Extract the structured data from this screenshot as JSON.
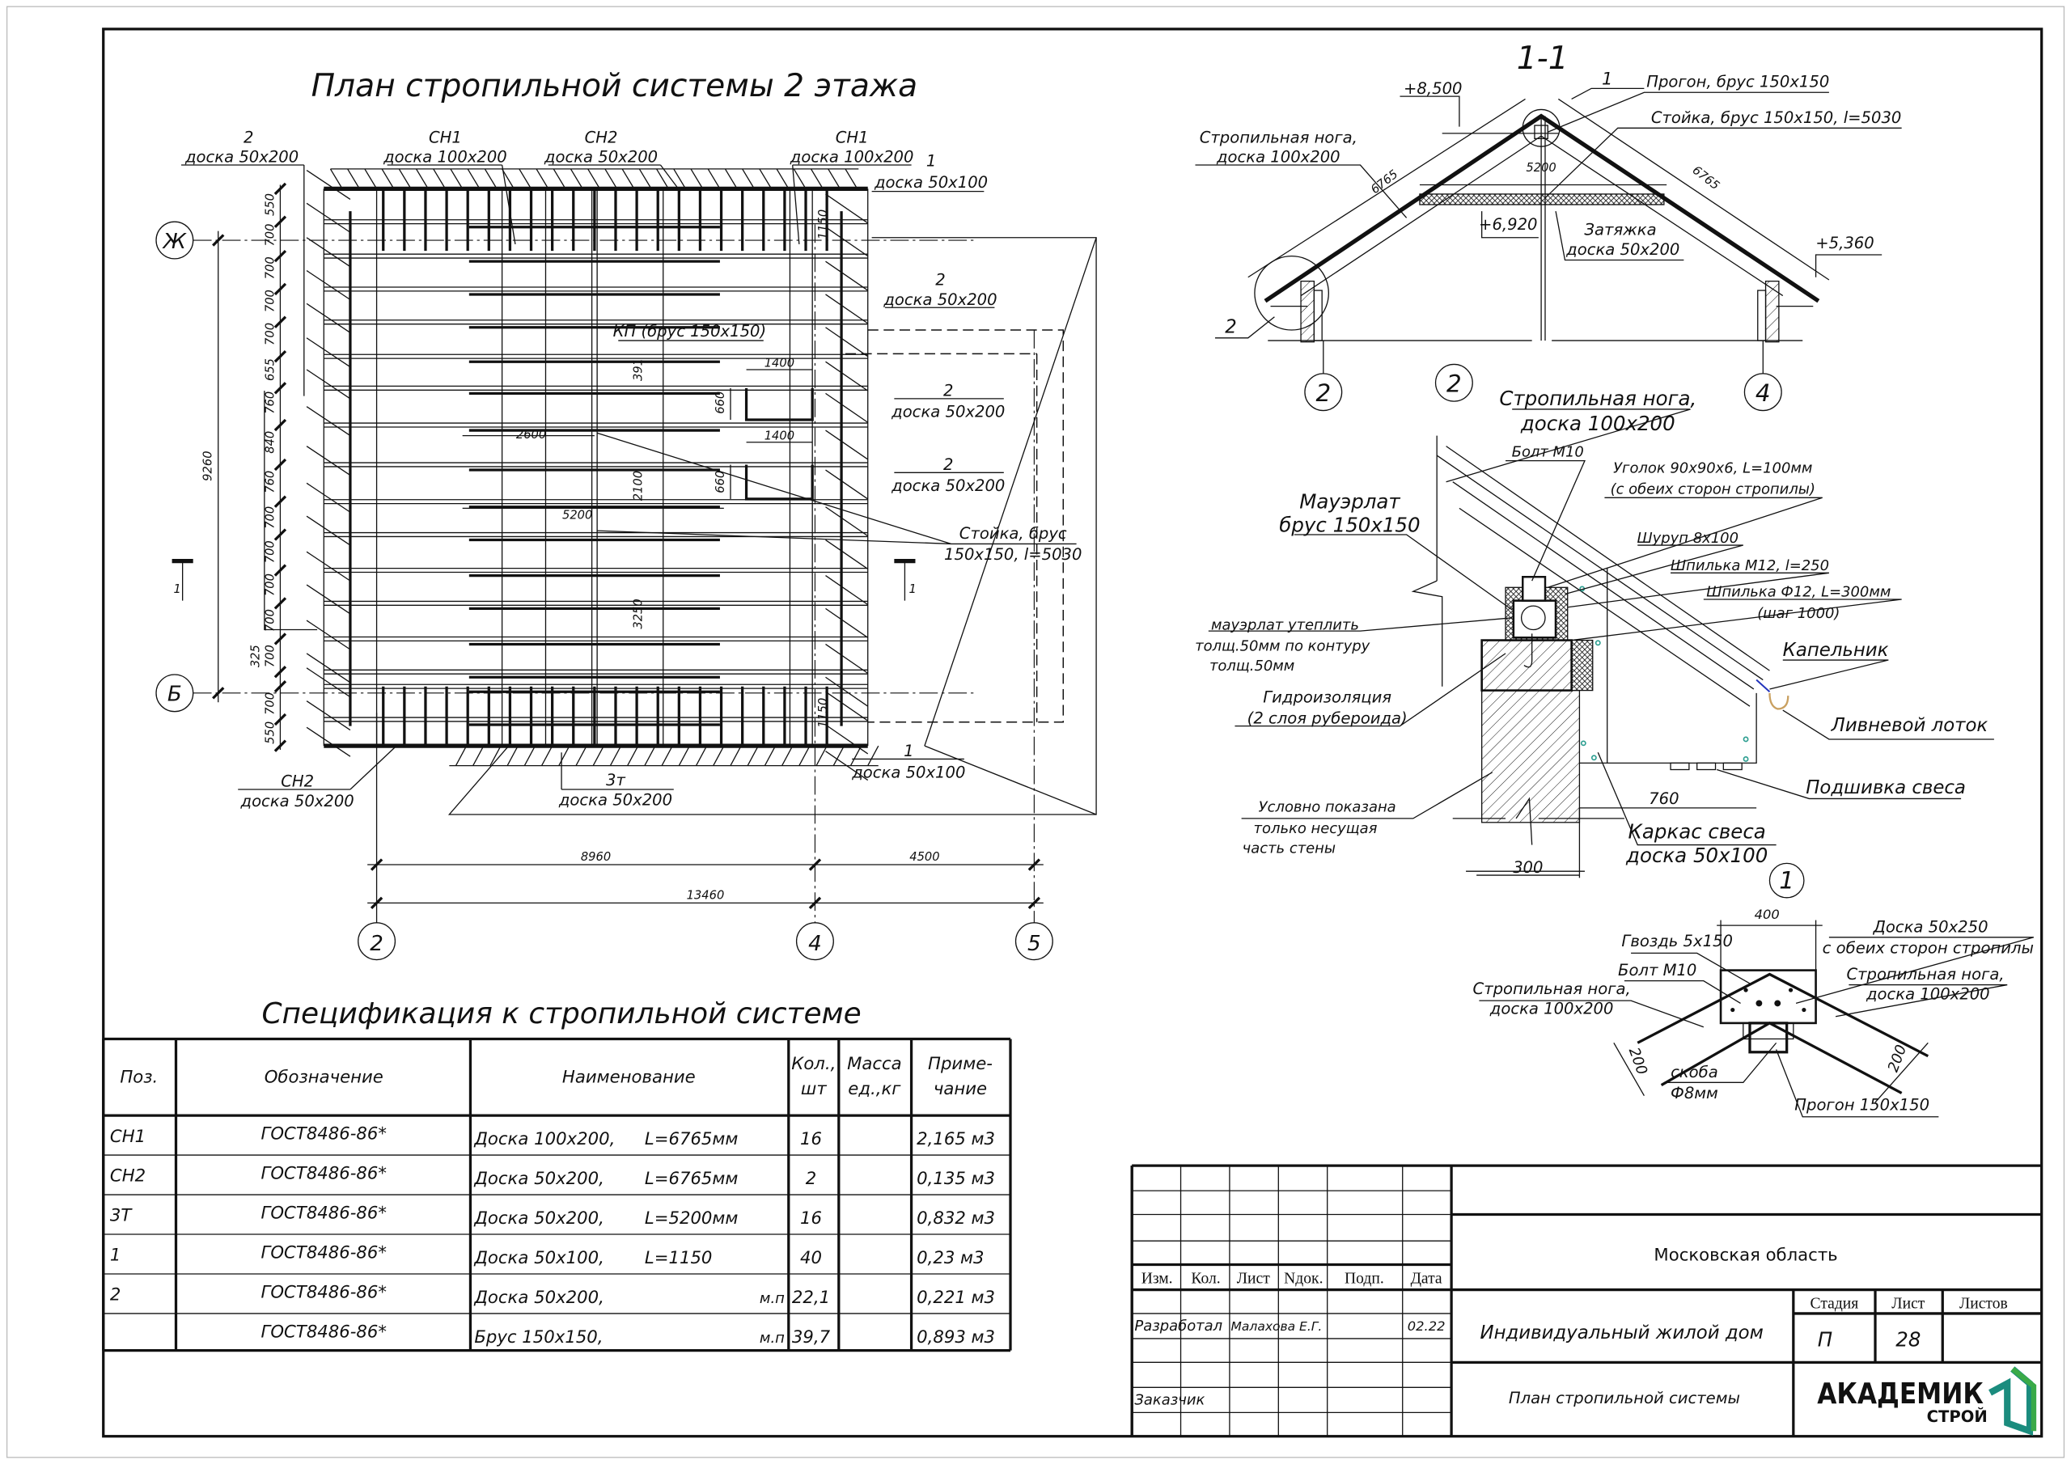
{
  "plan": {
    "title": "План стропильной системы 2 этажа",
    "labels": [
      "2",
      "доска 50x200",
      "СН1",
      "доска 100x200",
      "СН2",
      "доска 50x200",
      "СН1",
      "доска 100x200",
      "1",
      "доска 50x100",
      "2",
      "доска 50x200",
      "КП (брус 150x150)",
      "2",
      "доска 50x200",
      "2",
      "доска 50x200",
      "Стойка, брус",
      "150x150, l=5030",
      "СН2",
      "доска 50x200",
      "3т",
      "доска 50x200",
      "1",
      "доска 50x100",
      "8960",
      "4500",
      "13460",
      "9260",
      "1400",
      "660",
      "2600",
      "1400",
      "660",
      "5200",
      "391",
      "2100",
      "3250",
      "1150",
      "1150"
    ],
    "left_dims": [
      "550",
      "700",
      "700",
      "700",
      "700",
      "655",
      "760",
      "840",
      "760",
      "700",
      "700",
      "700",
      "700",
      "700",
      "325",
      "700",
      "550"
    ],
    "axes": [
      "Ж",
      "Б",
      "2",
      "4",
      "5"
    ],
    "section_marks": [
      "1",
      "1"
    ]
  },
  "section": {
    "labels": [
      "1-1",
      "+8,500",
      "1",
      "Прогон, брус 150x150",
      "Стойка, брус 150x150, l=5030",
      "Стропильная нога,",
      "доска 100x200",
      "6765",
      "5200",
      "6765",
      "+6,920",
      "Затяжка",
      "доска 50x200",
      "+5,360",
      "2",
      "2",
      "2",
      "4"
    ]
  },
  "node": {
    "labels": [
      "Стропильная нога,",
      "доска 100x200",
      "Болт М10",
      "Уголок 90x90x6, L=100мм",
      "(с обеих сторон стропилы)",
      "Мауэрлат",
      "брус 150x150",
      "Шуруп 8x100",
      "Шпилька М12, l=250",
      "Шпилька Ф12, L=300мм",
      "(шаг 1000)",
      "мауэрлат утеплить",
      "толщ.50мм по контуру",
      "толщ.50мм",
      "Капельник",
      "Гидроизоляция",
      "(2 слоя рубероида)",
      "Ливневой лоток",
      "Подшивка свеса",
      "Условно показана",
      "только несущая",
      "часть стены",
      "760",
      "Каркас свеса",
      "доска 50x100",
      "300",
      "1"
    ]
  },
  "ridge": {
    "labels": [
      "400",
      "Гвоздь 5x150",
      "Доска 50x250",
      "с обеих сторон стропилы",
      "Болт М10",
      "Стропильная нога,",
      "доска 100x200",
      "Стропильная нога,",
      "доска 100x200",
      "200",
      "200",
      "скоба",
      "Ф8мм",
      "Прогон 150x150"
    ]
  },
  "spec": {
    "title": "Спецификация к стропильной системе",
    "headers": [
      "Поз.",
      "Обозначение",
      "Наименование",
      "Кол.,",
      "шт",
      "Масса",
      "ед.,кг",
      "Приме-",
      "чание"
    ],
    "rows": [
      {
        "pos": "СН1",
        "code": "ГОСТ8486-86*",
        "name": "Доска 100x200,",
        "len": "L=6765мм",
        "unit": "",
        "qty": "16",
        "mass": "",
        "note": "2,165 м3"
      },
      {
        "pos": "СН2",
        "code": "ГОСТ8486-86*",
        "name": "Доска 50x200,",
        "len": "L=6765мм",
        "unit": "",
        "qty": "2",
        "mass": "",
        "note": "0,135 м3"
      },
      {
        "pos": "3Т",
        "code": "ГОСТ8486-86*",
        "name": "Доска 50x200,",
        "len": "L=5200мм",
        "unit": "",
        "qty": "16",
        "mass": "",
        "note": "0,832 м3"
      },
      {
        "pos": "1",
        "code": "ГОСТ8486-86*",
        "name": "Доска 50x100,",
        "len": "L=1150",
        "unit": "",
        "qty": "40",
        "mass": "",
        "note": "0,23 м3"
      },
      {
        "pos": "2",
        "code": "ГОСТ8486-86*",
        "name": "Доска 50x200,",
        "len": "",
        "unit": "м.п",
        "qty": "22,1",
        "mass": "",
        "note": "0,221 м3"
      },
      {
        "pos": "",
        "code": "ГОСТ8486-86*",
        "name": "Брус 150x150,",
        "len": "",
        "unit": "м.п",
        "qty": "39,7",
        "mass": "",
        "note": "0,893 м3"
      }
    ]
  },
  "title_block": {
    "rev_headers": [
      "Изм.",
      "Кол.",
      "Лист",
      "Nдок.",
      "Подп.",
      "Дата"
    ],
    "developed_label": "Разработал",
    "developer": "Малахова Е.Г.",
    "date": "02.22",
    "customer_label": "Заказчик",
    "region": "Московская область",
    "project": "Индивидуальный жилой дом",
    "sheet_title": "План стропильной системы",
    "stage_header": "Стадия",
    "sheet_header": "Лист",
    "sheets_header": "Листов",
    "stage": "П",
    "sheet": "28"
  },
  "logo": {
    "text_main": "АКАДЕМИК",
    "text_sub": "СТРОЙ",
    "color_main": "#3aaa48",
    "color_sub": "#1b8c7e"
  }
}
